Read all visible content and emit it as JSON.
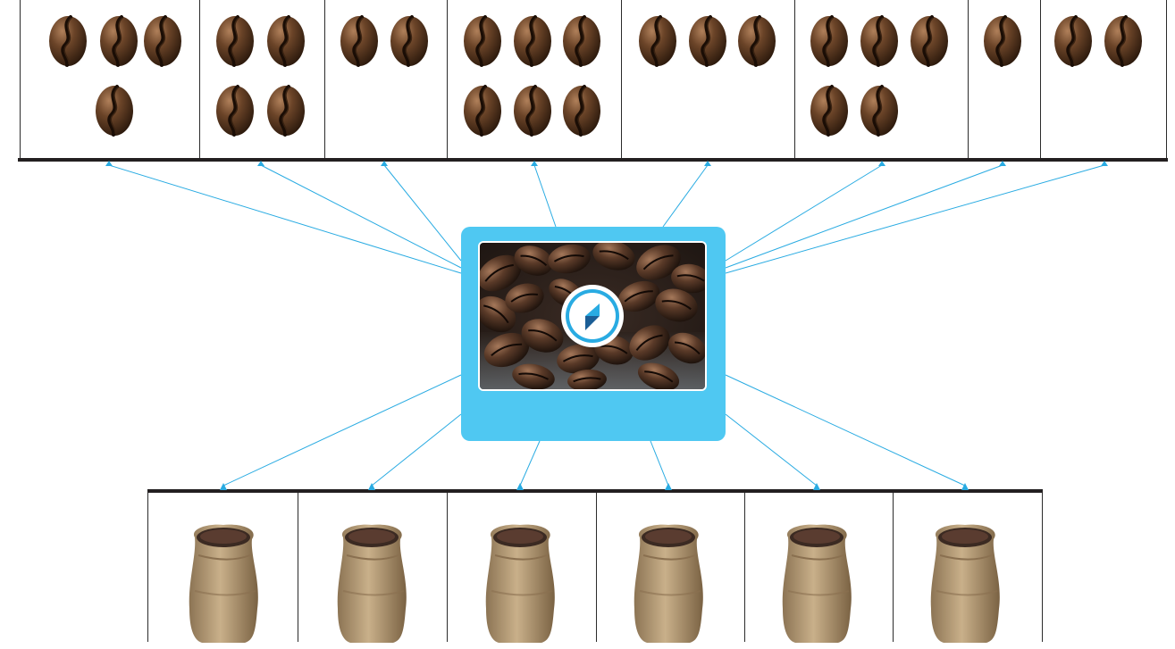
{
  "diagram": {
    "accent_color": "#4fc8f2",
    "link_color": "#29abe2",
    "rail_color": "#231f20",
    "hub_icon": "play-logo-icon",
    "bean_icon": "coffee-bean-icon",
    "sack_icon": "burlap-sack-icon",
    "bean_groups": [
      {
        "count": 4
      },
      {
        "count": 4
      },
      {
        "count": 2
      },
      {
        "count": 6
      },
      {
        "count": 3
      },
      {
        "count": 5
      },
      {
        "count": 1
      },
      {
        "count": 2
      }
    ],
    "sack_slots": [
      {
        "count": 1
      },
      {
        "count": 1
      },
      {
        "count": 1
      },
      {
        "count": 1
      },
      {
        "count": 1
      },
      {
        "count": 1
      }
    ]
  }
}
